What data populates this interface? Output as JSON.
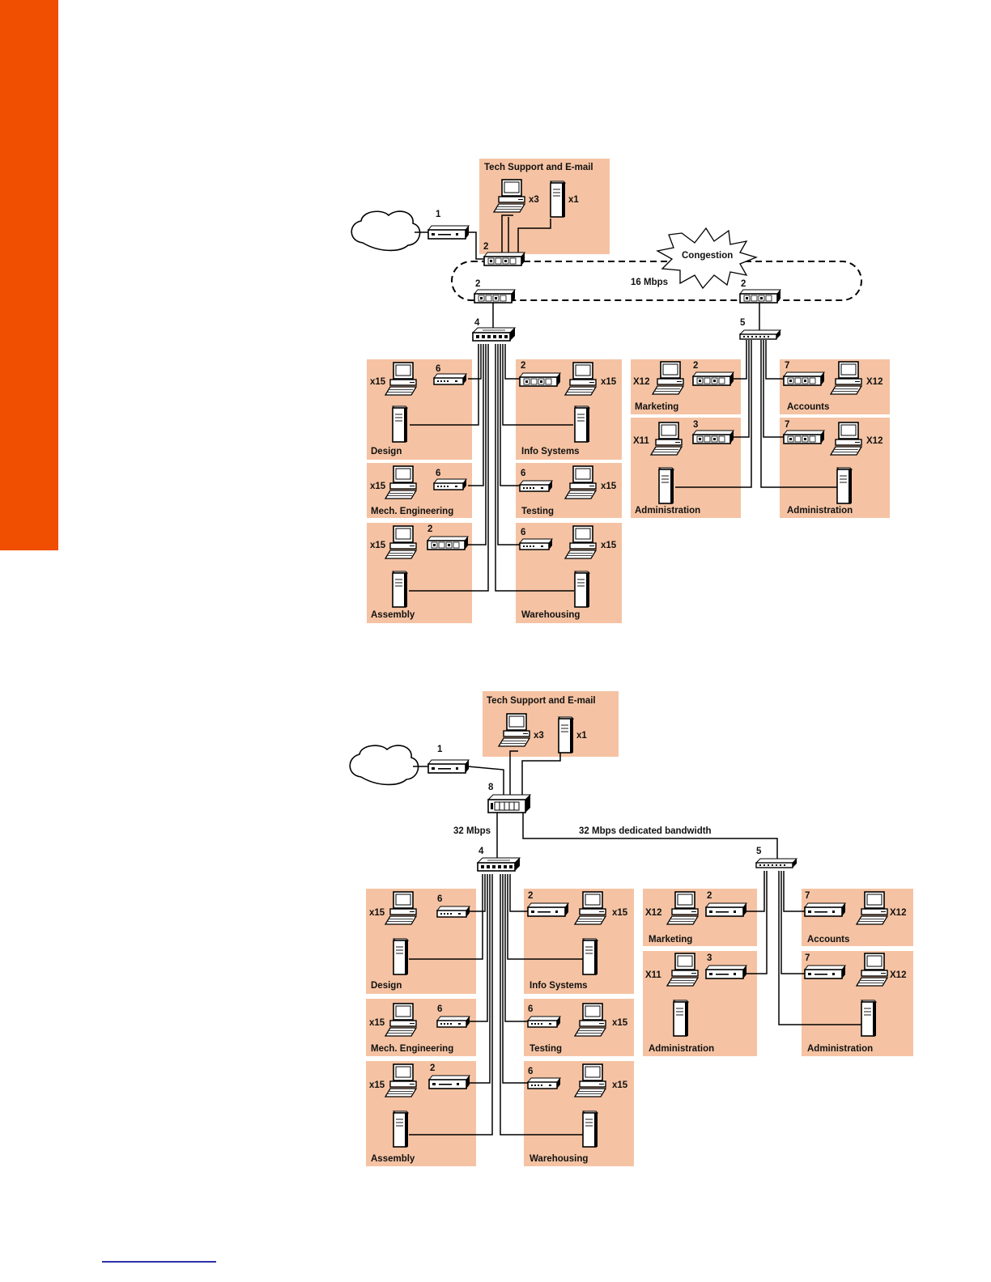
{
  "colors": {
    "sidebar": "#f04e00",
    "zone_fill": "#f5c3a3",
    "rule": "#2d2fa6"
  },
  "icons": [
    "cloud-icon",
    "router-icon",
    "switch-icon",
    "hub-icon",
    "workstation-icon",
    "server-icon",
    "congestion-burst-icon"
  ],
  "labels": {
    "tech": "Tech Support and E-mail",
    "congestion": "Congestion",
    "mbps16": "16 Mbps",
    "mbps32": "32 Mbps",
    "dedicated": "32 Mbps dedicated bandwidth",
    "x3": "x3",
    "x1": "x1",
    "x15": "x15",
    "X12": "X12",
    "X11": "X11",
    "design": "Design",
    "info": "Info Systems",
    "mech": "Mech. Engineering",
    "testing": "Testing",
    "assembly": "Assembly",
    "warehousing": "Warehousing",
    "marketing": "Marketing",
    "accounts": "Accounts",
    "administration": "Administration",
    "n1": "1",
    "n2": "2",
    "n3": "3",
    "n4": "4",
    "n5": "5",
    "n6": "6",
    "n7": "7",
    "n8": "8"
  }
}
